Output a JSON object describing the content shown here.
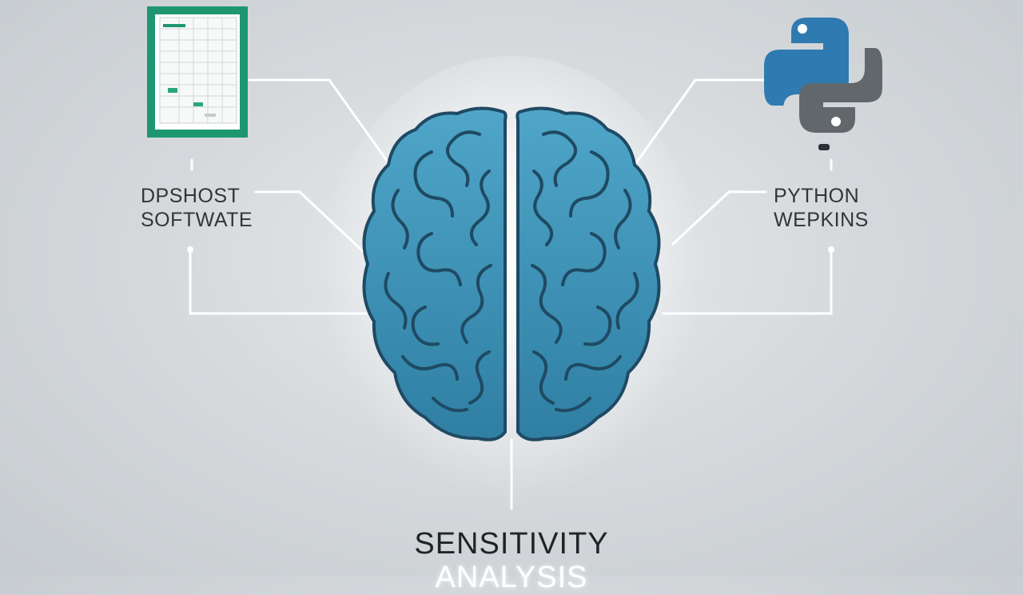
{
  "labels": {
    "left_line1": "DPSHOST",
    "left_line2": "SOFTWATE",
    "right_line1": "PYTHON",
    "right_line2": "WEPKINS",
    "title": "SENSITIVITY",
    "subtitle": "ANALYSIS"
  },
  "colors": {
    "background": "#d3d7da",
    "brain": "#3d8fb3",
    "brain_dark": "#1f4a63",
    "spreadsheet_border": "#1e9770",
    "python_blue": "#2f7ab0",
    "python_gray": "#62676c",
    "connector": "#ffffff",
    "text": "#2f3538"
  },
  "icons": {
    "left": "spreadsheet-icon",
    "right": "python-logo-icon",
    "center": "brain-icon"
  }
}
